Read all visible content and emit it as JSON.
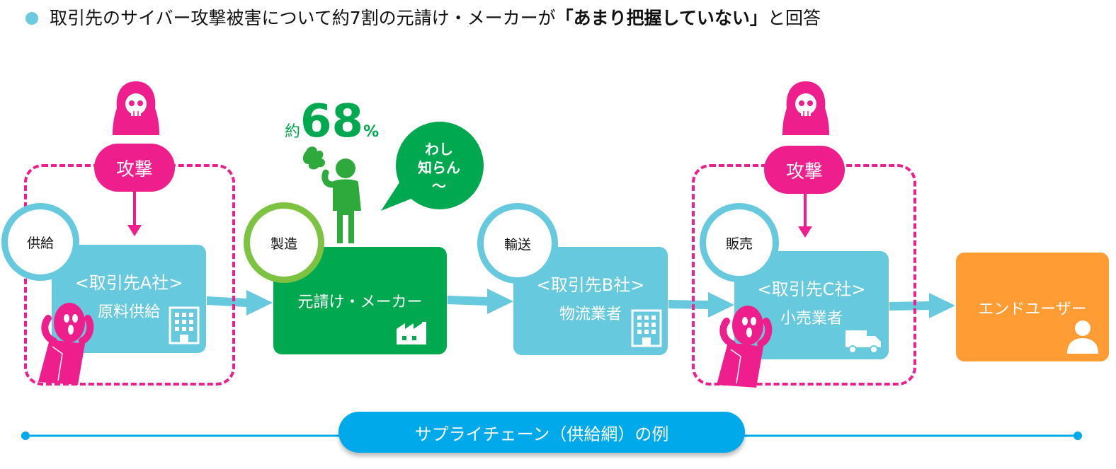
{
  "title": {
    "prefix": "取引先のサイバー攻撃被害について約7割の元請け・メーカーが",
    "emphasis": "「あまり把握していない」",
    "suffix": "と回答"
  },
  "nodes": {
    "supplier_a": {
      "role": "供給",
      "name": "<取引先A社>",
      "desc": "原料供給"
    },
    "maker": {
      "role": "製造",
      "name": "元請け・メーカー"
    },
    "logistics_b": {
      "role": "輸送",
      "name": "<取引先B社>",
      "desc": "物流業者"
    },
    "retail_c": {
      "role": "販売",
      "name": "<取引先C社>",
      "desc": "小売業者"
    },
    "end_user": {
      "name": "エンドユーザー"
    }
  },
  "attack_label_left": "攻撃",
  "attack_label_right": "攻撃",
  "stat": {
    "prefix": "約",
    "value": "68",
    "unit": "%"
  },
  "speech": {
    "line1": "わし",
    "line2": "知らん",
    "line3": "〜"
  },
  "chain_label": "サプライチェーン（供給網）の例",
  "colors": {
    "cyan": "#67c9de",
    "green": "#00a84f",
    "orange": "#ff9c34",
    "magenta": "#ee1e8d",
    "chain_blue": "#00a9ea",
    "lime": "#7ec242"
  },
  "icons": [
    "hacker-icon",
    "building-icon",
    "factory-icon",
    "truck-icon",
    "user-icon",
    "person-icon",
    "shocked-person-icon"
  ]
}
